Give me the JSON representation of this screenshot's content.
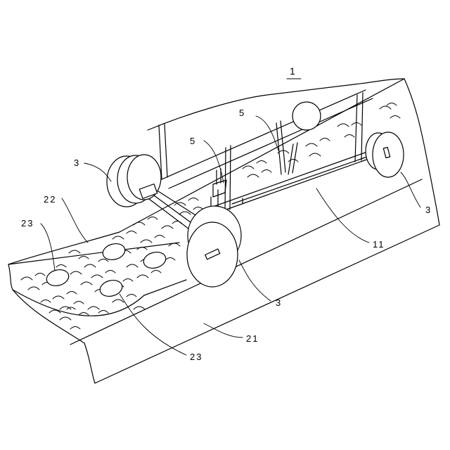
{
  "figure": {
    "title": "1",
    "labels": {
      "spring_left": "5",
      "spring_mid": "5",
      "wheel_front_left": "3",
      "wheel_rear_right": "3",
      "wheel_front_mid": "3",
      "region_22": "22",
      "region_23_left": "23",
      "region_23_bottom": "23",
      "frame_11": "11",
      "surface_21": "21"
    }
  }
}
